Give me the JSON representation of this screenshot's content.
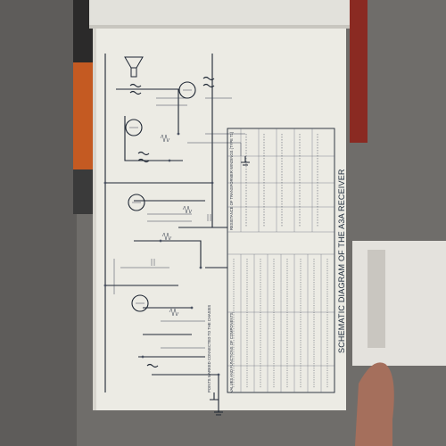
{
  "document": {
    "caption": "SCHEMATIC DIAGRAM OF THE A3A RECEIVER",
    "table_heading_left": "VALUES AND FUNCTIONS OF COMPONENTS",
    "table_heading_right": "RESISTANCE OF TRANSFORMER WINDINGS (TYPE T1)",
    "chassis_note": "POINTS MARKED CONNECTED TO THE CHASSIS"
  },
  "colors": {
    "paper": "#ecebe4",
    "ink": "#1e2633",
    "background": "#6d6b68",
    "book_red": "#c45a22"
  },
  "icons": [
    "loudspeaker-icon",
    "valve-icon",
    "transformer-icon",
    "ground-icon"
  ]
}
